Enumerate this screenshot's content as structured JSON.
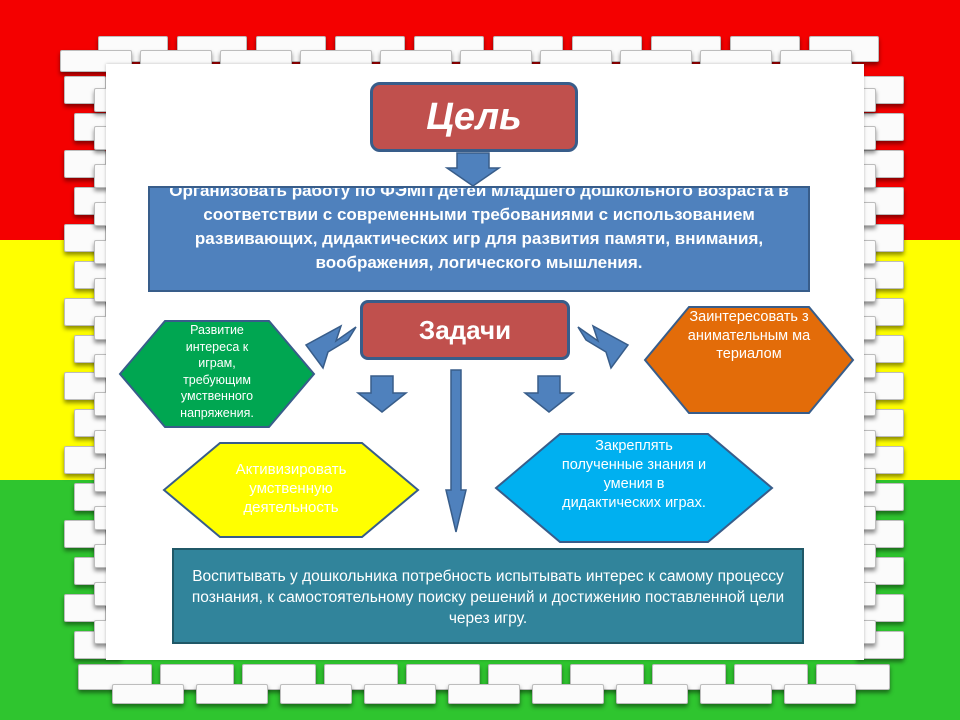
{
  "goal": {
    "title": "Цель",
    "text": "Организовать работу по ФЭМП детей младшего дошкольного возраста в соответствии с современными требованиями с использованием развивающих, дидактических игр для развития памяти, внимания, воображения, логического мышления."
  },
  "tasks": {
    "title": "Задачи",
    "items": [
      "Развитие интереса к играм, требующим умственного напряжения.",
      "Заинтересовать занимательным материалом",
      "Активизировать умственную деятельность",
      "Закреплять полученные знания и умения в дидактических играх.",
      "Воспитывать у дошкольника потребность испытывать интерес к самому процессу познания, к самостоятельному поиску решений и достижению поставленной цели через игру."
    ]
  },
  "colors": {
    "band_red": "#f40000",
    "band_yellow": "#ffff00",
    "band_green": "#2fc52f",
    "goal_box": "#c0504d",
    "goal_text_box": "#4f81bd",
    "task_green": "#00a651",
    "task_orange": "#e36c09",
    "task_yellow": "#ffff00",
    "task_cyan": "#00b0f0",
    "bottom_box": "#31849b",
    "arrow": "#4f81bd"
  }
}
